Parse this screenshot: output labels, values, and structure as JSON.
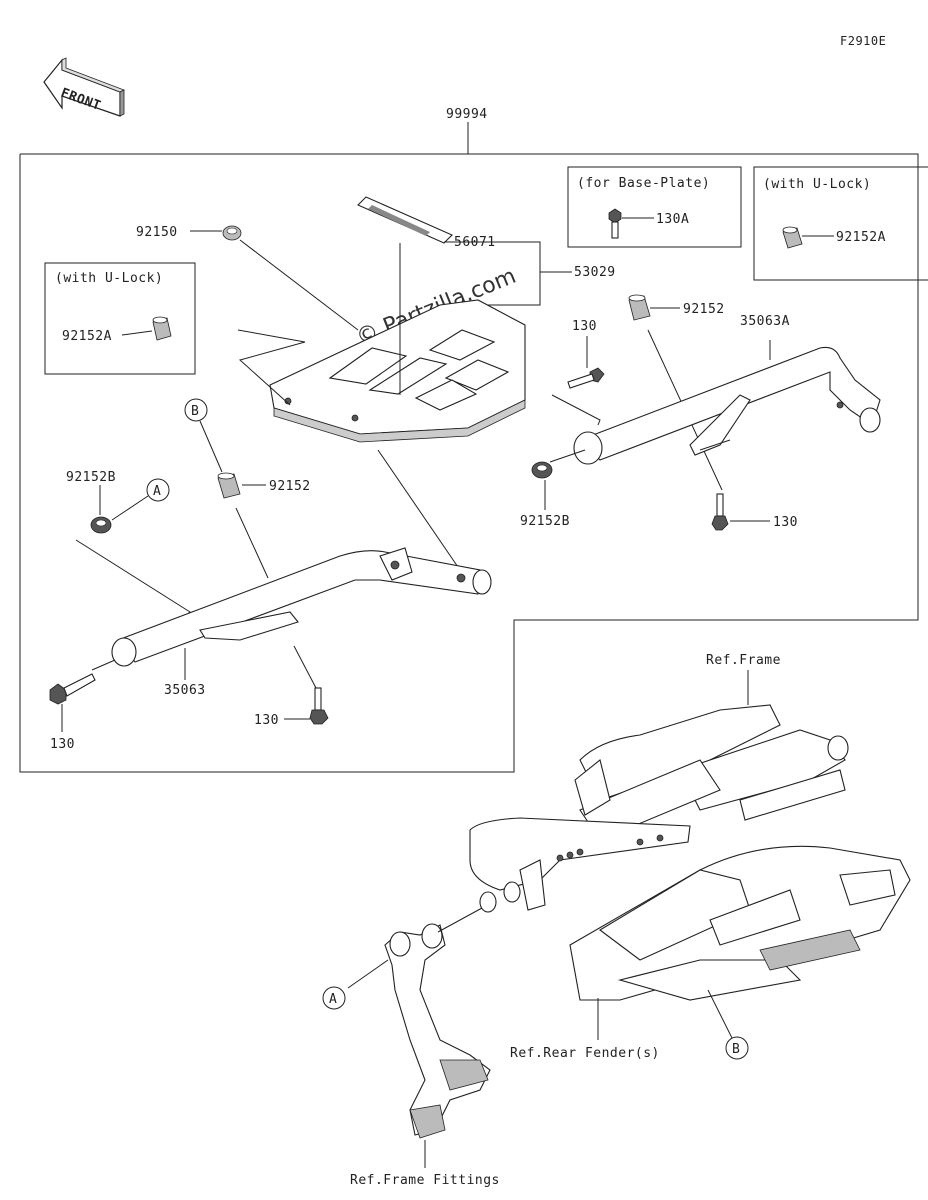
{
  "diagram_code": "F2910E",
  "front_label": "FRONT",
  "kit_number": "99994",
  "watermark": "© Partzilla.com",
  "callouts": {
    "p92150": "92150",
    "p56071": "56071",
    "p53029": "53029",
    "p130_top": "130",
    "p92152_top": "92152",
    "p35063A": "35063A",
    "p92152B_right": "92152B",
    "p130_right": "130",
    "p92152B_left": "92152B",
    "p92152_mid": "92152",
    "p35063": "35063",
    "p130_bottom": "130",
    "p130_left": "130",
    "p130A": "130A",
    "p92152A_right": "92152A",
    "p92152A_left": "92152A"
  },
  "boxes": {
    "base_plate_title": "(for Base-Plate)",
    "ulock_right_title": "(with U-Lock)",
    "ulock_left_title": "(with U-Lock)"
  },
  "markers": {
    "A": "A",
    "B": "B"
  },
  "references": {
    "frame": "Ref.Frame",
    "rear_fender": "Ref.Rear Fender(s)",
    "frame_fittings": "Ref.Frame Fittings"
  }
}
